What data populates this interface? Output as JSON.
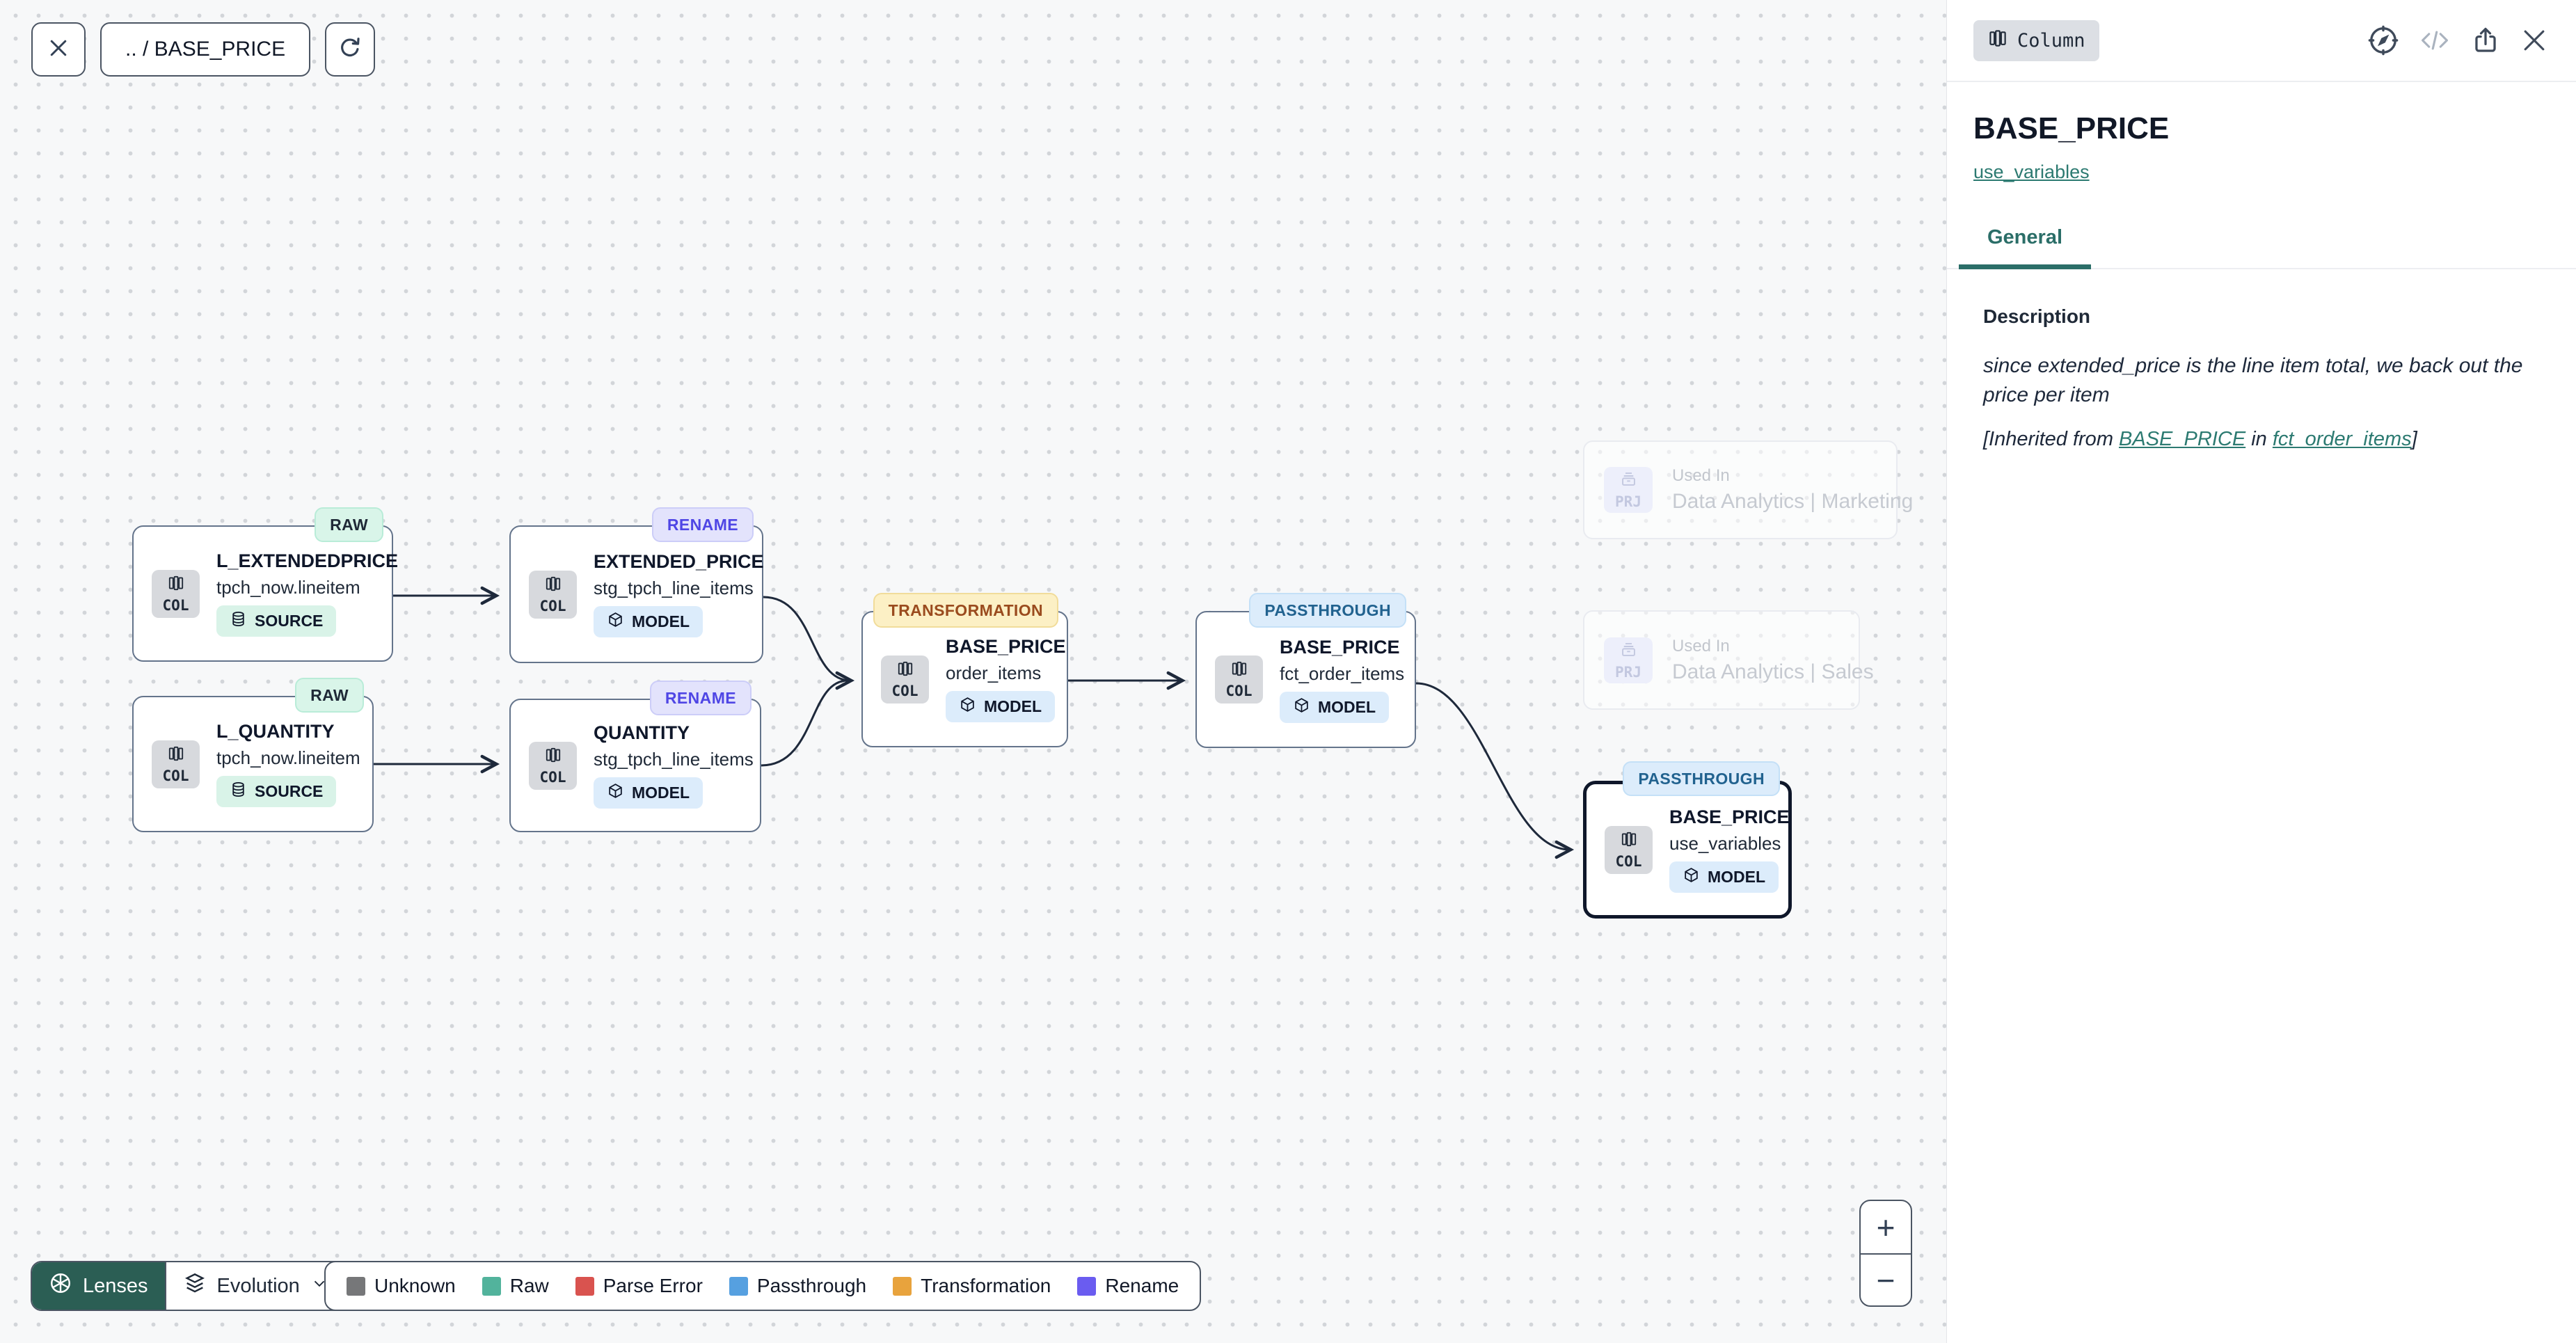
{
  "colors": {
    "accent_teal": "#2b6e68",
    "lenses_bg": "#2b5e54",
    "selected_node_border": "#0f172a",
    "raw_badge_bg": "#d9f5e9",
    "rename_badge_text": "#4f46e5",
    "transformation_badge_bg": "#fcf0c5",
    "passthrough_badge_bg": "#dcecfb"
  },
  "toolbar": {
    "breadcrumb": ".. / BASE_PRICE"
  },
  "nodes": [
    {
      "badge": "RAW",
      "title": "L_EXTENDEDPRICE",
      "subtitle": "tpch_now.lineitem",
      "type_label": "COL",
      "kind": "SOURCE"
    },
    {
      "badge": "RENAME",
      "title": "EXTENDED_PRICE",
      "subtitle": "stg_tpch_line_items",
      "type_label": "COL",
      "kind": "MODEL"
    },
    {
      "badge": "RAW",
      "title": "L_QUANTITY",
      "subtitle": "tpch_now.lineitem",
      "type_label": "COL",
      "kind": "SOURCE"
    },
    {
      "badge": "RENAME",
      "title": "QUANTITY",
      "subtitle": "stg_tpch_line_items",
      "type_label": "COL",
      "kind": "MODEL"
    },
    {
      "badge": "TRANSFORMATION",
      "title": "BASE_PRICE",
      "subtitle": "order_items",
      "type_label": "COL",
      "kind": "MODEL"
    },
    {
      "badge": "PASSTHROUGH",
      "title": "BASE_PRICE",
      "subtitle": "fct_order_items",
      "type_label": "COL",
      "kind": "MODEL"
    },
    {
      "badge": "PASSTHROUGH",
      "title": "BASE_PRICE",
      "subtitle": "use_variables",
      "type_label": "COL",
      "kind": "MODEL"
    }
  ],
  "ghosts": [
    {
      "label": "Used In",
      "title": "Data Analytics | Marketing",
      "type_label": "PRJ"
    },
    {
      "label": "Used In",
      "title": "Data Analytics | Sales",
      "type_label": "PRJ"
    }
  ],
  "panel": {
    "header": {
      "type_badge": "Column"
    },
    "title": "BASE_PRICE",
    "model_link": "use_variables",
    "tabs": [
      {
        "label": "General"
      }
    ],
    "description": {
      "heading": "Description",
      "body": "since extended_price is the line item total, we back out the price per item",
      "inherited": {
        "prefix": "[Inherited from ",
        "link_column": "BASE_PRICE",
        "middle": " in ",
        "link_model": "fct_order_items",
        "suffix": "]"
      }
    }
  },
  "footer": {
    "lenses_label": "Lenses",
    "lens_selected": "Evolution",
    "legend": [
      {
        "label": "Unknown",
        "color": "#767779"
      },
      {
        "label": "Raw",
        "color": "#52b39c"
      },
      {
        "label": "Parse Error",
        "color": "#d9534f"
      },
      {
        "label": "Passthrough",
        "color": "#56a0e0"
      },
      {
        "label": "Transformation",
        "color": "#e8a33d"
      },
      {
        "label": "Rename",
        "color": "#6a5cf0"
      }
    ]
  },
  "zoom_controls": {
    "zoom_in": "+",
    "zoom_out": "−"
  }
}
